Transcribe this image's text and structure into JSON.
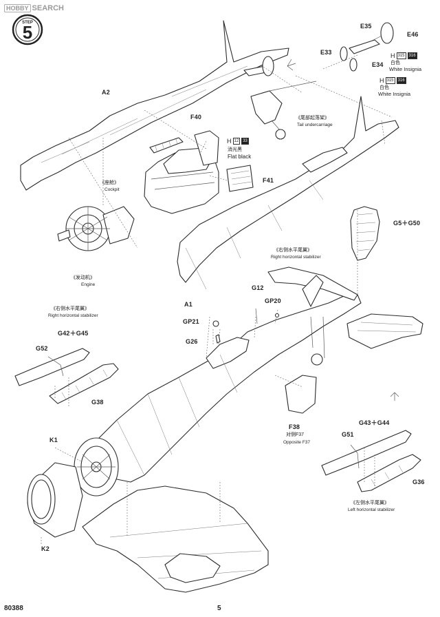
{
  "watermark": {
    "logo": "HOBBY",
    "text": "SEARCH"
  },
  "step": {
    "label": "STEP",
    "number": "5"
  },
  "parts": {
    "A1": "A1",
    "A2": "A2",
    "E33": "E33",
    "E34": "E34",
    "E35": "E35",
    "E46": "E46",
    "F38": "F38",
    "F40": "F40",
    "F41": "F41",
    "G5G50": "G5＋G50",
    "G12": "G12",
    "G26": "G26",
    "G36": "G36",
    "G38": "G38",
    "G42G45": "G42＋G45",
    "G43G44": "G43＋G44",
    "G51": "G51",
    "G52": "G52",
    "GP20": "GP20",
    "GP21": "GP21",
    "K1": "K1",
    "K2": "K2"
  },
  "labels": {
    "tail_cn": "《尾部起落架》",
    "tail_en": "Tail undercarriage",
    "cockpit_cn": "《座舱》",
    "cockpit_en": "Cockpit",
    "engine_cn": "《发动机》",
    "engine_en": "Engine",
    "rstab_top_cn": "《右侧水平尾翼》",
    "rstab_top_en": "Right horizontal stabilizer",
    "rstab_left_cn": "《右侧水平尾翼》",
    "rstab_left_en": "Right horizontal stabilizer",
    "lstab_cn": "《左侧水平尾翼》",
    "lstab_en": "Left horizontal stabilizer",
    "opposite_cn": "对侧F37",
    "opposite_en": "Opposite F37"
  },
  "paints": {
    "flat_black": {
      "h": "H",
      "codes": [
        "12",
        "33"
      ],
      "cn": "消光黑",
      "en": "Flat black"
    },
    "white1": {
      "h": "H",
      "codes": [
        "315",
        "316"
      ],
      "cn": "白色",
      "en": "White Insignia"
    },
    "white2": {
      "h": "H",
      "codes": [
        "315",
        "316"
      ],
      "cn": "白色",
      "en": "White Insignia"
    }
  },
  "footer": {
    "code": "80388",
    "page": "5"
  }
}
